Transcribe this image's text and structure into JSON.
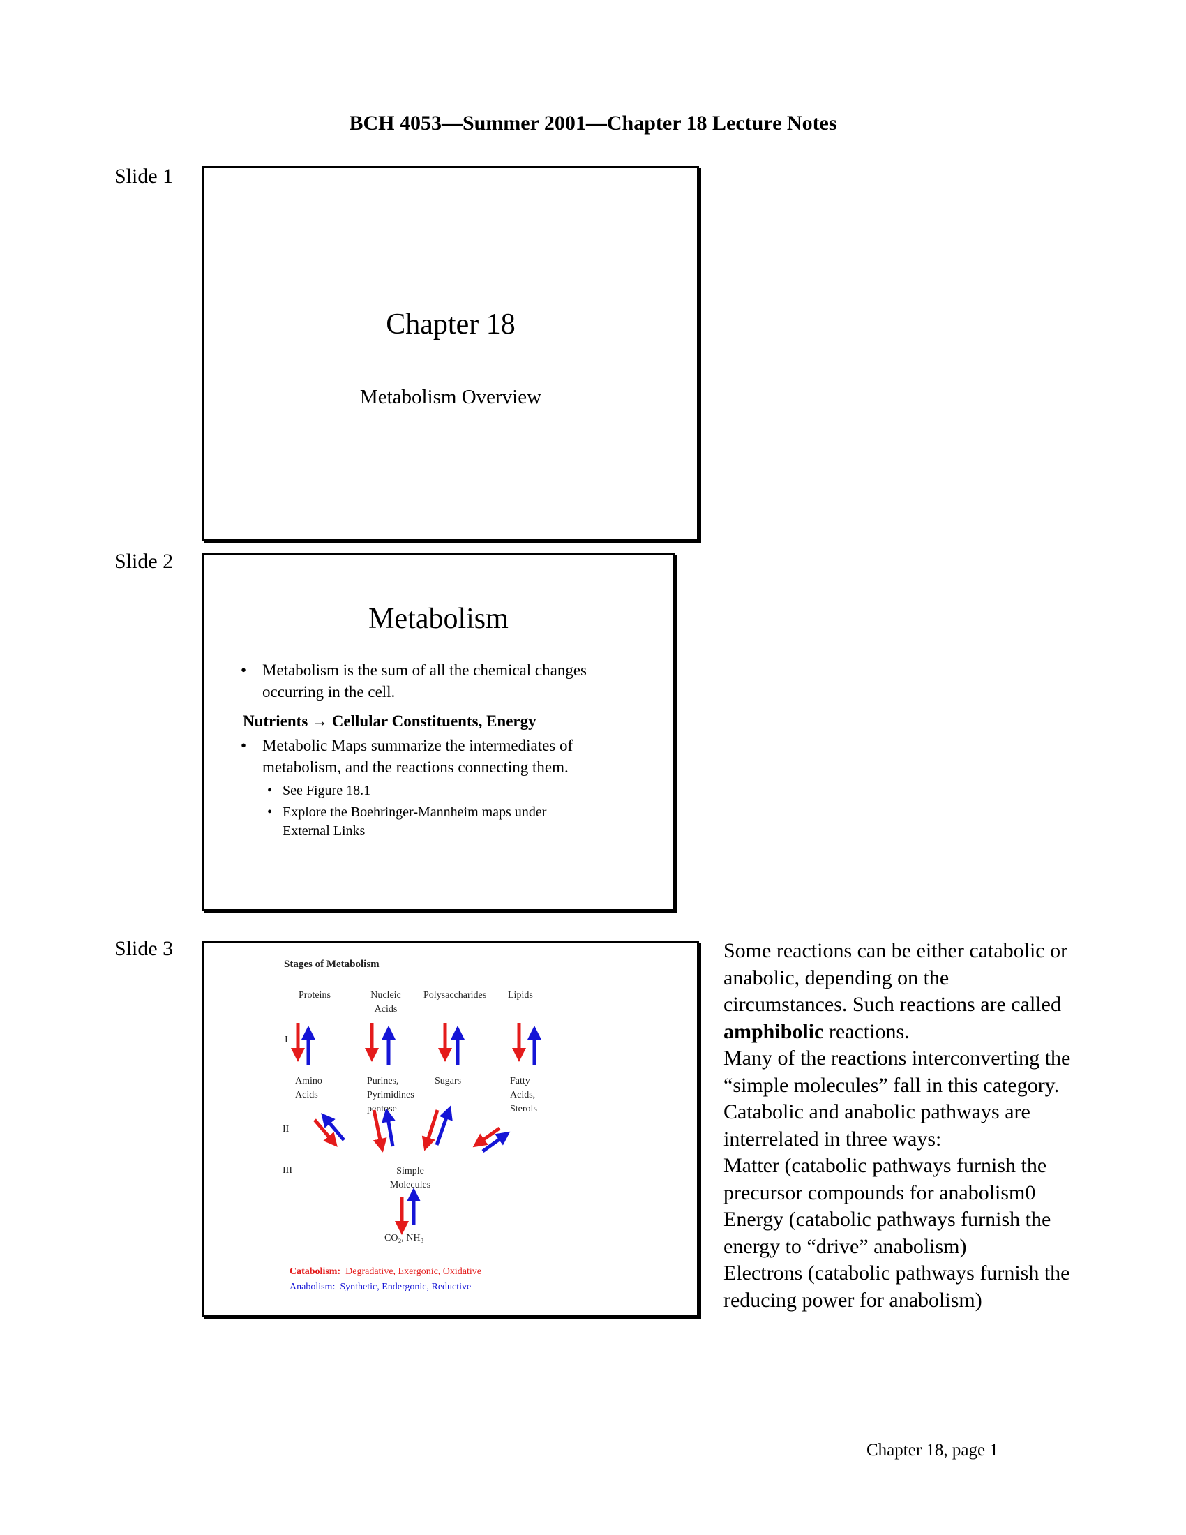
{
  "header": {
    "title": "BCH 4053—Summer 2001—Chapter 18 Lecture Notes"
  },
  "slide_labels": [
    "Slide 1",
    "Slide 2",
    "Slide 3"
  ],
  "slide1": {
    "title": "Chapter 18",
    "subtitle": "Metabolism Overview"
  },
  "slide2": {
    "title": "Metabolism",
    "bullet1_line1": "Metabolism is the sum of all the chemical changes",
    "bullet1_line2": "occurring in the cell.",
    "equation_left": "Nutrients",
    "equation_arrow": "→",
    "equation_right": "Cellular Constituents, Energy",
    "bullet2_line1": "Metabolic Maps summarize the intermediates of",
    "bullet2_line2": "metabolism, and the reactions connecting them.",
    "sub1": "See Figure 18.1",
    "sub2_line1": "Explore the Boehringer-Mannheim maps under",
    "sub2_line2": "External Links"
  },
  "slide3": {
    "title": "Stages of Metabolism",
    "top_labels": [
      "Proteins",
      "Nucleic",
      "Acids",
      "Polysaccharides",
      "Lipids"
    ],
    "stage_I": "I",
    "stage_II": "II",
    "stage_III": "III",
    "mid_labels": {
      "amino": [
        "Amino",
        "Acids"
      ],
      "purines": [
        "Purines,",
        "Pyrimidines",
        "pentose"
      ],
      "sugars": [
        "Sugars"
      ],
      "fatty": [
        "Fatty",
        "Acids,",
        "Sterols"
      ]
    },
    "simple": [
      "Simple",
      "Molecules"
    ],
    "products": "CO₂, NH₃",
    "catabolism_label": "Catabolism:",
    "catabolism_text": "Degradative, Exergonic, Oxidative",
    "anabolism_label": "Anabolism:",
    "anabolism_text": "Synthetic, Endergonic, Reductive",
    "colors": {
      "catabolic": "#e41b1b",
      "anabolic": "#1515d6"
    }
  },
  "notes": {
    "p1_before": "Some reactions can be either catabolic or anabolic, depending on the circumstances.  Such reactions are called ",
    "p1_bold": "amphibolic",
    "p1_after": " reactions.",
    "p2": "Many of the reactions interconverting the “simple molecules” fall in this category.",
    "p3": "Catabolic and anabolic pathways are interrelated in three ways:",
    "p4": "Matter (catabolic pathways furnish the precursor compounds for anabolism0",
    "p5": "Energy (catabolic pathways furnish the energy to “drive” anabolism)",
    "p6": "Electrons (catabolic pathways furnish the reducing power for anabolism)"
  },
  "footer": {
    "page": "Chapter 18, page 1"
  }
}
